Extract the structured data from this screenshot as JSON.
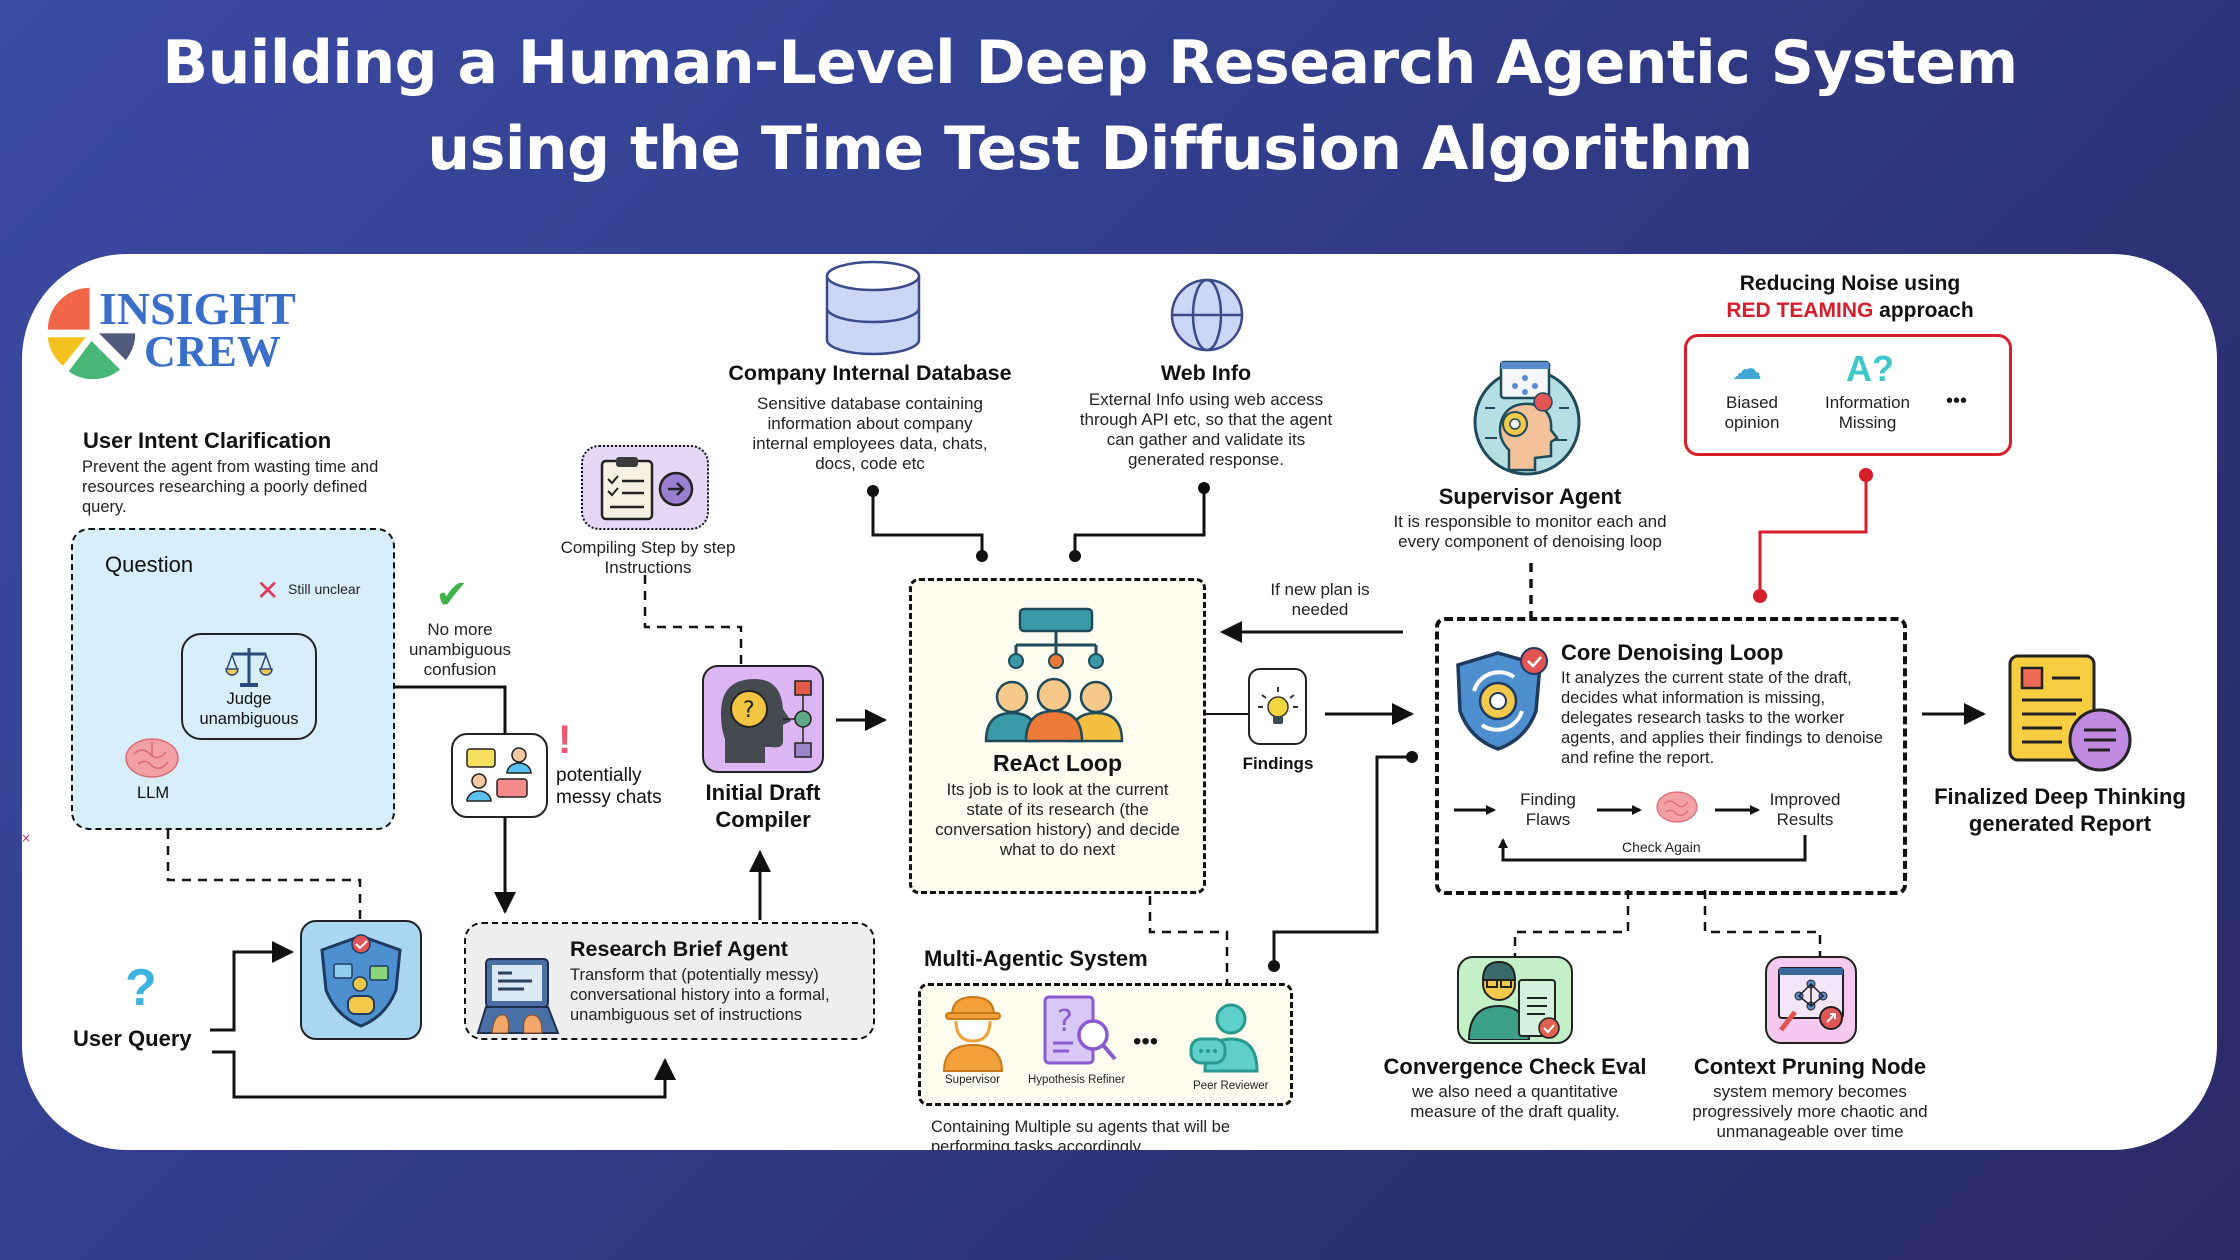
{
  "title": {
    "line1": "Building a Human-Level Deep Research Agentic System",
    "line2": "using the Time Test Diffusion Algorithm"
  },
  "logo": {
    "line1": "INSIGHT",
    "line2": "CREW"
  },
  "colors": {
    "background_start": "#3b4aa3",
    "background_end": "#2a2c66",
    "card": "#ffffff",
    "logo_blue": "#3a6fc9",
    "red_team": "#d81e2a",
    "clarification_bg": "#d8effb",
    "compiler_purple": "#dcb6f2",
    "react_bg": "#fdfcef",
    "check_green": "#3fb24a"
  },
  "user_intent": {
    "heading": "User Intent Clarification",
    "description": "Prevent the agent from wasting time and resources researching a poorly defined query.",
    "question_label": "Question",
    "still_unclear": "Still unclear",
    "judge_label": "Judge unambiguous",
    "llm_label": "LLM",
    "no_more_confusion": "No more unambiguous confusion"
  },
  "messy_chats": {
    "label": "potentially messy chats"
  },
  "user_query": {
    "label": "User Query"
  },
  "research_brief": {
    "heading": "Research Brief Agent",
    "description": "Transform that (potentially messy) conversational history into a formal, unambiguous set of instructions"
  },
  "compiling_step": {
    "label": "Compiling Step by step Instructions"
  },
  "initial_draft": {
    "label": "Initial Draft Compiler"
  },
  "company_db": {
    "heading": "Company Internal Database",
    "description": "Sensitive database containing information about company internal employees data, chats, docs, code etc"
  },
  "web_info": {
    "heading": "Web Info",
    "description": "External Info using web access through API etc, so that the agent can gather and validate its generated response."
  },
  "react_loop": {
    "heading": "ReAct Loop",
    "description": "Its job is to look at the current state of its research (the conversation history) and decide what to do next"
  },
  "new_plan": {
    "label": "If new plan is needed"
  },
  "findings": {
    "label": "Findings"
  },
  "multi_agent": {
    "heading": "Multi-Agentic System",
    "agents": [
      "Supervisor",
      "Hypothesis Refiner",
      "Peer Reviewer"
    ],
    "ellipsis": "•••",
    "description": "Containing Multiple su agents that will be performing tasks accordingly"
  },
  "supervisor_agent": {
    "heading": "Supervisor Agent",
    "description": "It is responsible to monitor each and every component of denoising loop"
  },
  "red_team": {
    "heading_line1": "Reducing Noise using",
    "heading_highlight": "RED TEAMING",
    "heading_suffix": "approach",
    "items": [
      "Biased opinion",
      "Information Missing"
    ],
    "ellipsis": "•••"
  },
  "core_loop": {
    "heading": "Core Denoising Loop",
    "description": "It analyzes the current state of the draft, decides what information is missing, delegates research tasks to the worker agents, and applies their findings to denoise and refine the report.",
    "step1": "Finding Flaws",
    "step3": "Improved Results",
    "loop_label": "Check Again"
  },
  "final_report": {
    "label": "Finalized Deep Thinking generated Report"
  },
  "convergence": {
    "heading": "Convergence Check Eval",
    "description": "we also need a quantitative measure of the draft quality."
  },
  "pruning": {
    "heading": "Context Pruning Node",
    "description": "system memory becomes progressively more chaotic and unmanageable over time"
  }
}
